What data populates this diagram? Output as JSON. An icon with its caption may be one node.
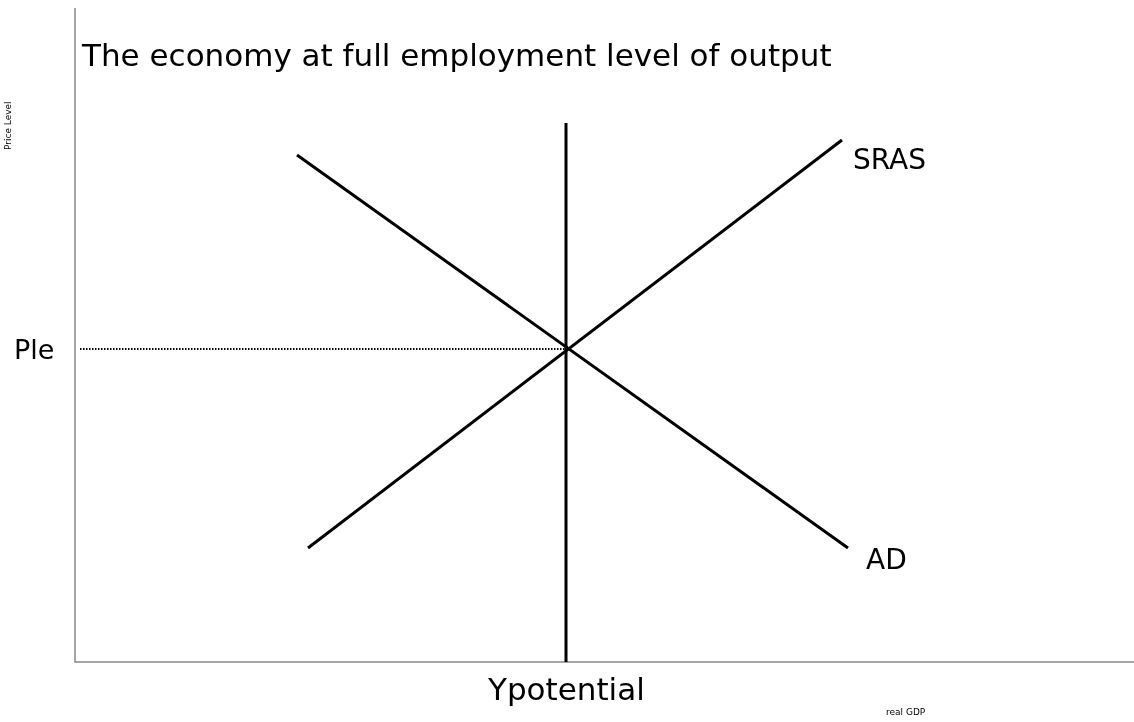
{
  "diagram": {
    "title": "The economy at full employment level of output",
    "labels": [
      "Price Level",
      "SRAS",
      "Ple",
      "AD",
      "Ypotential",
      "real GDP"
    ]
  }
}
